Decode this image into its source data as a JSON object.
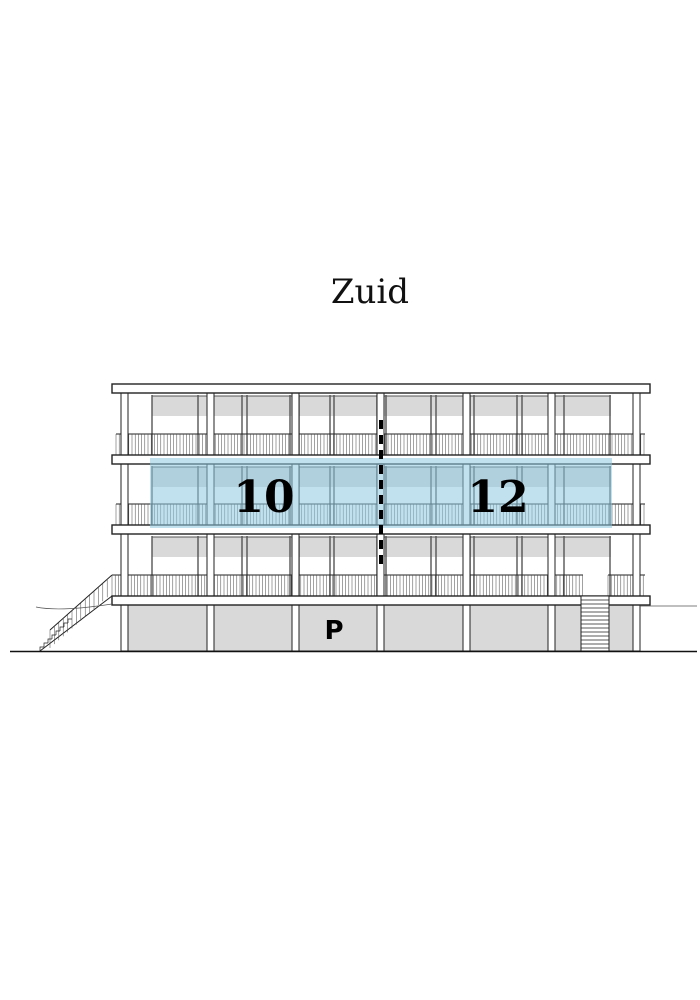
{
  "title": "Zuid",
  "units": [
    {
      "label": "10"
    },
    {
      "label": "12"
    }
  ],
  "parking_label": "P",
  "colors": {
    "highlight": "#8ec9e2",
    "wall_grey": "#d9d9d9",
    "line": "#222222"
  }
}
